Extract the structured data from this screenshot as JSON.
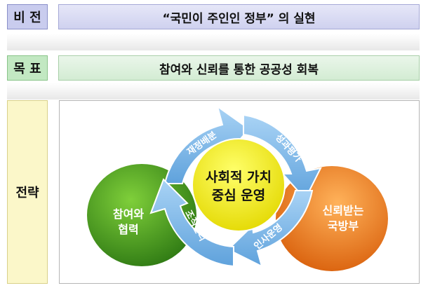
{
  "labels": {
    "vision": "비 전",
    "goal": "목 표",
    "strategy": "전략"
  },
  "vision_text": "“국민이 주인인 정부” 의 실현",
  "goal_text": "참여와 신뢰를 통한 공공성 회복",
  "diagram": {
    "center_line1": "사회적 가치",
    "center_line2": "중심 운영",
    "left_line1": "참여와",
    "left_line2": "협력",
    "right_line1": "신뢰받는",
    "right_line2": "국방부",
    "arrow_top": "재정배분",
    "arrow_right": "성과평가",
    "arrow_bottom": "인사운영",
    "arrow_left": "조직관리"
  },
  "colors": {
    "vision_label": "#c9ccee",
    "goal_label": "#c2e8c2",
    "strategy_label": "#fbf7c9",
    "green_circle": "#3d8b1f",
    "orange_circle": "#e0741c",
    "center_circle": "#f2ee1e",
    "cycle_arrows": "#7cb6e8"
  }
}
